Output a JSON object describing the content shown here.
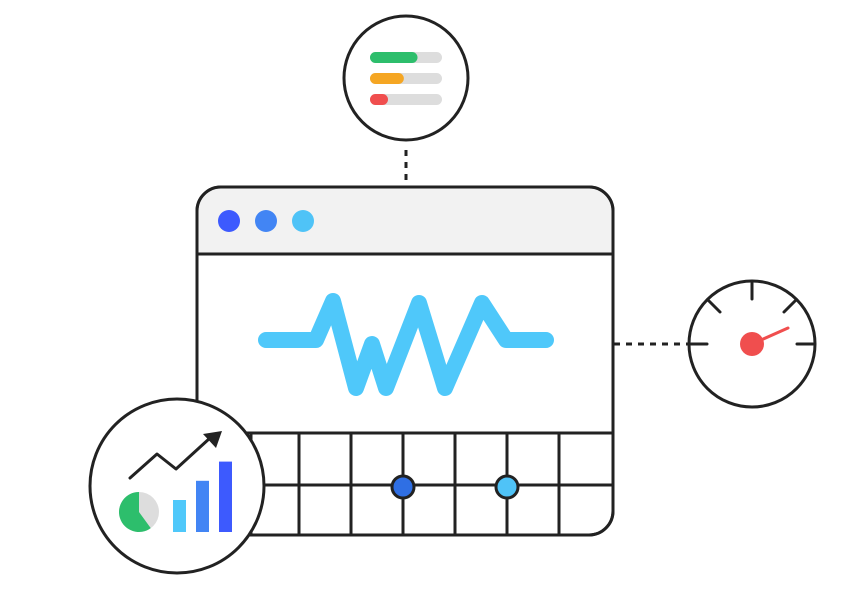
{
  "illustration": {
    "window": {
      "dots": [
        {
          "name": "window-dot-blue",
          "color": "#3D5AFE"
        },
        {
          "name": "window-dot-mid-blue",
          "color": "#4285F4"
        },
        {
          "name": "window-dot-light-blue",
          "color": "#4FC3F7"
        }
      ],
      "waveform_color": "#4FC8FA",
      "grid_nodes": [
        {
          "name": "grid-node-dark",
          "color": "#2F6FE4"
        },
        {
          "name": "grid-node-light",
          "color": "#4FC3F7"
        }
      ]
    },
    "progress_badge": {
      "bars": [
        {
          "name": "progress-bar-green",
          "color": "#2DBE6C",
          "fraction": 0.66
        },
        {
          "name": "progress-bar-orange",
          "color": "#F5A623",
          "fraction": 0.47
        },
        {
          "name": "progress-bar-red",
          "color": "#F04E4E",
          "fraction": 0.25
        }
      ],
      "track_color": "#DDDDDD"
    },
    "gauge_badge": {
      "needle_color": "#F04E4E",
      "icon": "speedometer-icon"
    },
    "analytics_badge": {
      "icon": "analytics-icon",
      "pie": {
        "green_fraction": 0.6,
        "colors": [
          "#2DBE6C",
          "#DDDDDD"
        ]
      },
      "bars": [
        {
          "name": "bar-light",
          "color": "#4FC8FA",
          "value": 1
        },
        {
          "name": "bar-mid",
          "color": "#4285F4",
          "value": 1.6
        },
        {
          "name": "bar-dark",
          "color": "#3D5AFE",
          "value": 2.2
        }
      ]
    }
  }
}
